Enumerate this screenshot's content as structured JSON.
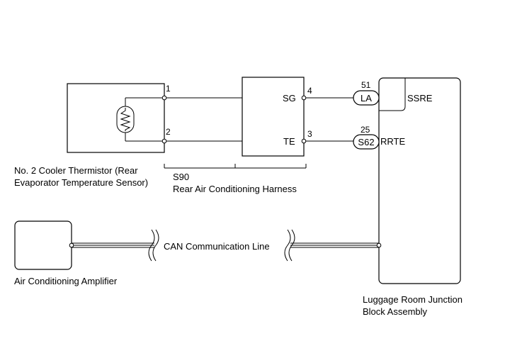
{
  "components": {
    "thermistor": {
      "label_line1": "No. 2 Cooler Thermistor (Rear",
      "label_line2": "Evaporator Temperature Sensor)",
      "pins": [
        "1",
        "2"
      ],
      "symbol": "thermistor-icon"
    },
    "harness": {
      "code": "S90",
      "name": "Rear Air Conditioning Harness",
      "terminals": [
        {
          "name": "SG",
          "pin": "4"
        },
        {
          "name": "TE",
          "pin": "3"
        }
      ]
    },
    "junction_block": {
      "label_line1": "Luggage Room Junction",
      "label_line2": "Block Assembly",
      "connectors": [
        {
          "pin": "51",
          "connector": "LA",
          "terminal": "SSRE"
        },
        {
          "pin": "25",
          "connector": "S62",
          "terminal": "RRTE"
        }
      ]
    },
    "amplifier": {
      "label": "Air Conditioning Amplifier"
    }
  },
  "can_line": {
    "label": "CAN Communication Line"
  },
  "colors": {
    "line": "#000000",
    "background": "#ffffff"
  }
}
